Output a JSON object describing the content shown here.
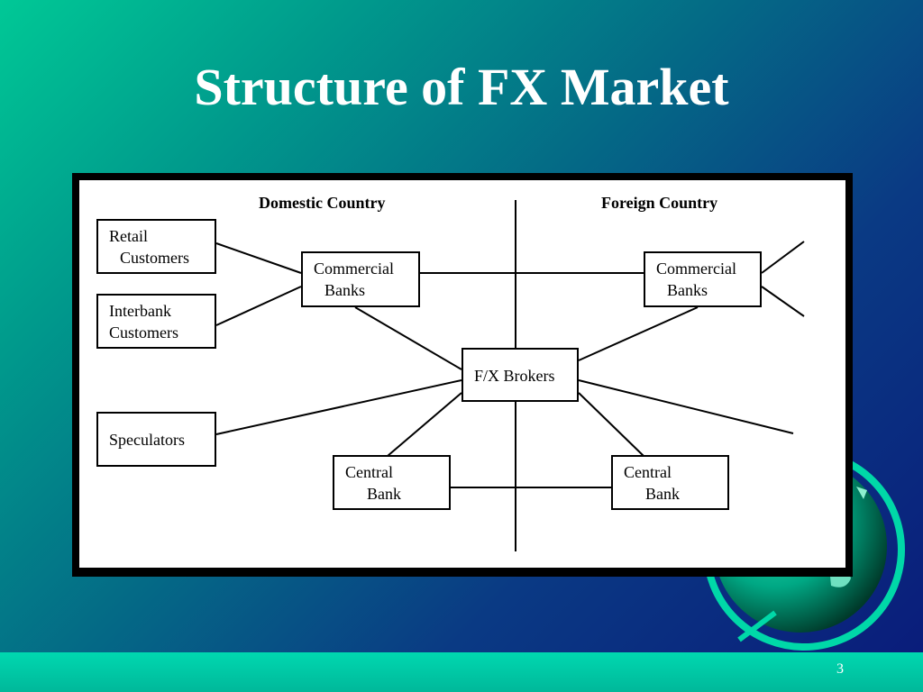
{
  "slide": {
    "title": "Structure of FX Market",
    "page_number": "3"
  },
  "diagram": {
    "headings": {
      "domestic": "Domestic Country",
      "foreign": "Foreign Country"
    },
    "nodes": {
      "retail_customers": [
        "Retail",
        "Customers"
      ],
      "interbank_customers": [
        "Interbank",
        "Customers"
      ],
      "speculators": [
        "Speculators"
      ],
      "domestic_commercial_banks": [
        "Commercial",
        "Banks"
      ],
      "fx_brokers": [
        "F/X Brokers"
      ],
      "domestic_central_bank": [
        "Central",
        "Bank"
      ],
      "foreign_commercial_banks": [
        "Commercial",
        "Banks"
      ],
      "foreign_central_bank": [
        "Central",
        "Bank"
      ]
    }
  },
  "colors": {
    "title_text": "#ffffff",
    "diagram_frame": "#000000",
    "diagram_background": "#ffffff",
    "bottom_bar": "#00c8a4"
  }
}
